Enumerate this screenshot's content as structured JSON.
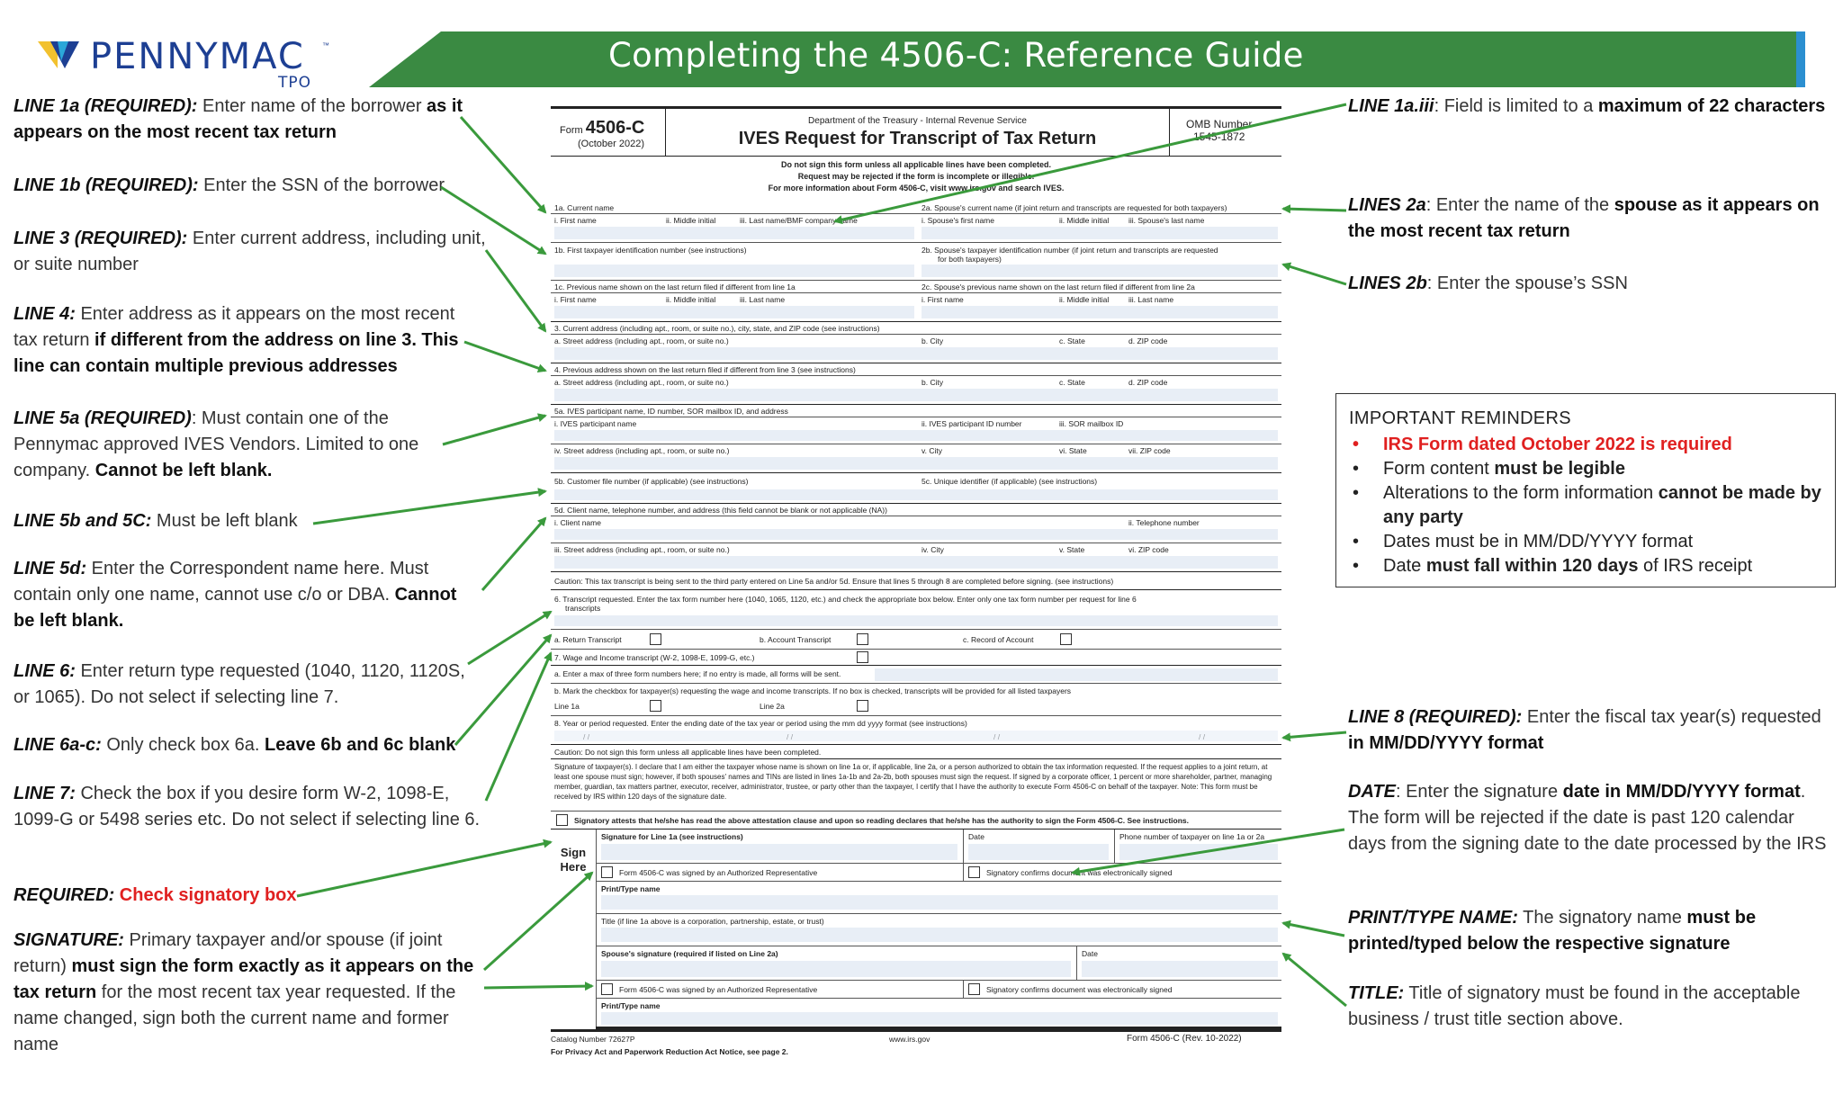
{
  "header": {
    "brand": "PENNYMAC",
    "brand_sub": "TPO",
    "brand_tm": "™",
    "title": "Completing the 4506-C: Reference Guide",
    "brand_color": "#1d3f93",
    "banner_color": "#3a8a42",
    "stripe_color": "#2b8fd0",
    "logo_icon": "pennymac-flag-icon"
  },
  "left_notes": [
    {
      "label": "LINE 1a (REQUIRED):",
      "text": " Enter name of the borrower ",
      "bold": "as it appears on the most recent tax return",
      "text2": ""
    },
    {
      "label": "LINE 1b (REQUIRED):",
      "text": " Enter the SSN of the borrower",
      "bold": "",
      "text2": ""
    },
    {
      "label": "LINE 3 (REQUIRED):",
      "text": " Enter current address, including unit, or suite number",
      "bold": "",
      "text2": ""
    },
    {
      "label": "LINE 4:",
      "text": " Enter address as it appears on the most recent tax return ",
      "bold": "if different from the address on line 3. This line can contain multiple previous addresses",
      "text2": ""
    },
    {
      "label": "LINE 5a (REQUIRED)",
      "text": ": Must contain one of the Pennymac approved IVES Vendors. Limited to one company. ",
      "bold": "Cannot be left blank.",
      "text2": ""
    },
    {
      "label": "LINE 5b and 5C:",
      "text": "  Must be left blank",
      "bold": "",
      "text2": ""
    },
    {
      "label": "LINE 5d:",
      "text": " Enter the Correspondent name here. Must contain only one name, cannot use c/o or DBA. ",
      "bold": "Cannot be left blank.",
      "text2": ""
    },
    {
      "label": "LINE 6:",
      "text": " Enter return type requested (1040, 1120, 1120S, or 1065). Do not select if selecting line 7.",
      "bold": "",
      "text2": ""
    },
    {
      "label": "LINE 6a-c:",
      "text": " Only check box 6a. ",
      "bold": "Leave 6b and 6c blank",
      "text2": ""
    },
    {
      "label": "LINE 7:",
      "text": " Check the box if you desire form W-2, 1098-E, 1099-G or 5498 series etc. Do not select if selecting line 6.",
      "bold": "",
      "text2": ""
    },
    {
      "label": "REQUIRED:",
      "text": "  ",
      "red": "Check signatory box",
      "bold": "",
      "text2": ""
    },
    {
      "label": "SIGNATURE:",
      "text": " Primary taxpayer and/or spouse (if joint return) ",
      "bold": "must sign the form exactly as it appears on the tax return",
      "text2": " for the most recent tax year requested. If the name changed, sign both the current name and former name"
    }
  ],
  "right_notes": [
    {
      "label": "LINE 1a.iii",
      "text": ": Field is limited to a ",
      "bold": "maximum of 22 characters"
    },
    {
      "label": "LINES 2a",
      "text": ": Enter the name of the ",
      "bold": "spouse as it appears on the most recent tax return"
    },
    {
      "label": "LINES 2b",
      "text": ": Enter the spouse’s SSN",
      "bold": ""
    },
    {
      "label": "LINE 8 (REQUIRED):",
      "text": " Enter the fiscal tax year(s) requested ",
      "bold": "in MM/DD/YYYY format"
    },
    {
      "label": "DATE",
      "text": ": Enter the signature ",
      "bold": "date in MM/DD/YYYY format",
      "text2": ". The form will be rejected if the date is past 120 calendar days from the signing date to the date processed by the IRS"
    },
    {
      "label": "PRINT/TYPE NAME:",
      "text": " The signatory name ",
      "bold": "must be printed/typed below the respective signature"
    },
    {
      "label": "TITLE:",
      "text": "  Title of signatory must be found in the acceptable business / trust title section above.",
      "bold": ""
    }
  ],
  "reminders": {
    "heading": "IMPORTANT REMINDERS",
    "items": [
      {
        "pre": "IRS Form dated October 2022 is required",
        "bold": "",
        "post": "",
        "red": true
      },
      {
        "pre": "Form content ",
        "bold": "must be legible",
        "post": ""
      },
      {
        "pre": "Alterations to the form information ",
        "bold": "cannot be made by any party",
        "post": ""
      },
      {
        "pre": "Dates must be in MM/DD/YYYY format",
        "bold": "",
        "post": ""
      },
      {
        "pre": "Date ",
        "bold": "must fall within 120 days",
        "post": " of IRS receipt"
      }
    ]
  },
  "form": {
    "form_label": "Form",
    "form_number": "4506-C",
    "form_date": "(October 2022)",
    "department": "Department of the Treasury - Internal Revenue Service",
    "title": "IVES Request for Transcript of Tax Return",
    "omb_label": "OMB Number",
    "omb_number": "1545-1872",
    "instructions": [
      "Do not sign this form unless all applicable lines have been completed.",
      "Request may be rejected if the form is incomplete or illegible.",
      "For more information about Form 4506-C, visit www.irs.gov and search IVES."
    ],
    "l1a": "1a. Current name",
    "l1a_i": "i. First name",
    "l1a_ii": "ii. Middle initial",
    "l1a_iii": "iii. Last name/BMF company name",
    "l2a": "2a. Spouse's current name (if joint return and transcripts are requested for both taxpayers)",
    "l2a_i": "i. Spouse's first name",
    "l2a_ii": "ii. Middle initial",
    "l2a_iii": "iii. Spouse's last name",
    "l1b": "1b. First taxpayer identification number (see instructions)",
    "l2b": "2b. Spouse's taxpayer identification number (if joint return and transcripts are requested",
    "l2b_cont": "for both taxpayers)",
    "l1c": "1c. Previous name shown on the last return filed if different from line 1a",
    "l2c": "2c. Spouse's previous name shown on the last return filed if different from line 2a",
    "l1c_i": "i. First name",
    "l1c_ii": "ii. Middle initial",
    "l1c_iii": "iii. Last name",
    "l2c_i": "i. First name",
    "l2c_ii": "ii. Middle initial",
    "l2c_iii": "iii. Last name",
    "l3": "3. Current address (including apt., room, or suite no.), city, state, and ZIP code (see instructions)",
    "l3_a": "a. Street address (including apt., room, or suite no.)",
    "l3_b": "b. City",
    "l3_c": "c. State",
    "l3_d": "d. ZIP code",
    "l4": "4. Previous address shown on the last return filed if different from line 3 (see instructions)",
    "l4_a": "a. Street address (including apt., room, or suite no.)",
    "l4_b": "b. City",
    "l4_c": "c. State",
    "l4_d": "d. ZIP code",
    "l5a": "5a. IVES participant name, ID number, SOR mailbox ID, and address",
    "l5a_i": "i. IVES participant name",
    "l5a_ii": "ii. IVES participant ID number",
    "l5a_iii": "iii. SOR mailbox ID",
    "l5a_iv": "iv. Street address (including apt., room, or suite no.)",
    "l5a_v": "v. City",
    "l5a_vi": "vi. State",
    "l5a_vii": "vii. ZIP code",
    "l5b": "5b. Customer file number (if applicable) (see instructions)",
    "l5c": "5c. Unique identifier (if applicable) (see instructions)",
    "l5d": "5d. Client name, telephone number, and address (this field cannot be blank or not applicable (NA))",
    "l5d_i": "i. Client name",
    "l5d_ii": "ii. Telephone number",
    "l5d_iii": "iii. Street address (including apt., room, or suite no.)",
    "l5d_iv": "iv. City",
    "l5d_v": "v. State",
    "l5d_vi": "vi. ZIP code",
    "caution1": "Caution: This tax transcript is being sent to the third party entered on Line 5a and/or 5d. Ensure that lines 5 through 8 are completed before signing. (see instructions)",
    "l6": "6. Transcript requested. Enter the tax form number here (1040, 1065, 1120, etc.) and check the appropriate box below. Enter only one tax form number per request for line 6",
    "l6_cont": "transcripts",
    "l6a": "a. Return Transcript",
    "l6b": "b. Account Transcript",
    "l6c": "c. Record of Account",
    "l7": "7. Wage and Income transcript (W-2, 1098-E, 1099-G, etc.)",
    "l7a": "a. Enter a max of three form numbers here; if no entry is made, all forms will be sent.",
    "l7b": "b. Mark the checkbox for taxpayer(s) requesting the wage and income transcripts. If no box is checked, transcripts will be provided for all listed taxpayers",
    "l7b_1a": "Line 1a",
    "l7b_2a": "Line 2a",
    "l8": "8. Year or period requested. Enter the ending date of the tax year or period using the mm dd yyyy format (see instructions)",
    "slashes": "/          /",
    "caution2": "Caution: Do not sign this form unless all applicable lines have been completed.",
    "sig_text": "Signature of taxpayer(s). I declare that I am either the taxpayer whose name is shown on line 1a or, if applicable, line 2a, or a person authorized to obtain the tax information requested. If the request applies to a joint return, at least one spouse must sign; however, if both spouses' names and TINs are listed in lines 1a-1b and 2a-2b, both spouses must sign the request. If signed by a corporate officer, 1 percent or more shareholder, partner, managing member, guardian, tax matters partner, executor, receiver, administrator, trustee, or party other than the taxpayer, I certify that I have the authority to execute Form 4506-C on behalf of the taxpayer. Note: This form must be received by IRS within 120 days of the signature date.",
    "attest": "Signatory attests that he/she has read the above attestation clause and upon so reading declares that he/she has the authority to sign the Form 4506-C. See instructions.",
    "sign_here": "Sign Here",
    "sig1": "Signature for Line 1a (see instructions)",
    "sig_date": "Date",
    "phone": "Phone number of taxpayer on line 1a or 2a",
    "auth_rep": "Form 4506-C was signed by an Authorized Representative",
    "esign": "Signatory confirms document was electronically signed",
    "print_name": "Print/Type name",
    "title_label": "Title (if line 1a above is a corporation, partnership, estate, or trust)",
    "spouse_sig": "Spouse's signature (required if listed on Line 2a)",
    "spouse_date": "Date",
    "auth_rep2": "Form 4506-C was signed by an Authorized Representative",
    "esign2": "Signatory confirms document was electronically signed",
    "print_name2": "Print/Type name",
    "catalog": "Catalog Number 72627P",
    "website": "www.irs.gov",
    "footer_form": "Form 4506-C (Rev. 10-2022)",
    "privacy": "For Privacy Act and Paperwork Reduction Act Notice, see page 2."
  },
  "colors": {
    "arrow": "#3a9a3c",
    "required_red": "#e02020",
    "field_shade": "#e8eef6"
  }
}
